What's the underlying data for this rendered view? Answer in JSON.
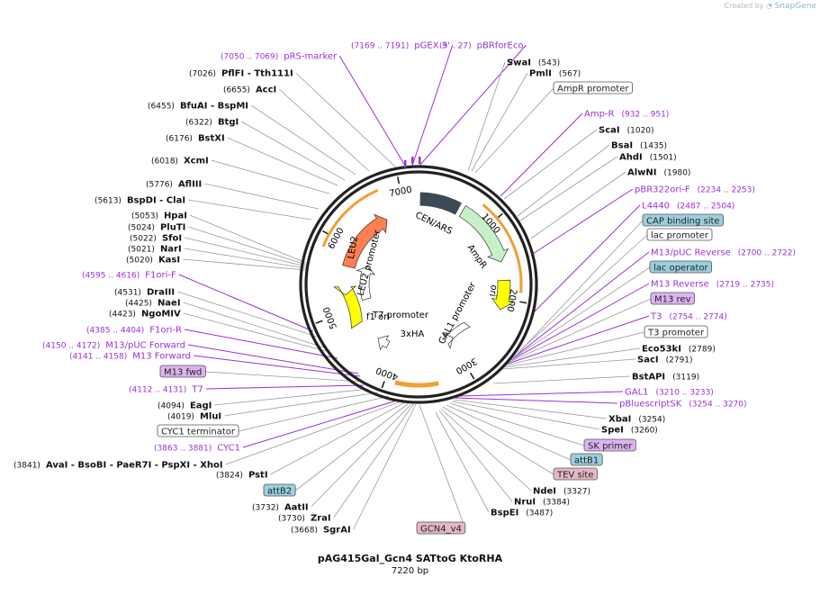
{
  "credit": {
    "prefix": "Created by",
    "brand": "SnapGene"
  },
  "title": "pAG415Gal_Gcn4 SATtoG KtoRHA",
  "length_label": "7220 bp",
  "total_bp": 7220,
  "ticks": [
    "1000",
    "2000",
    "3000",
    "4000",
    "5000",
    "6000",
    "7000"
  ],
  "tick_values": [
    1000,
    2000,
    3000,
    4000,
    5000,
    6000,
    7000
  ],
  "colors": {
    "enzyme": "#000000",
    "primer": "#9b30d9",
    "leader": "#9a9a9a",
    "amp": "#c8f0c8",
    "ori": "#ffff00",
    "leu2": "#ff7f50",
    "cen": "#3c4a55",
    "orange_arc": "#f0a030",
    "promoter": "#ffffff",
    "blue_box": "#9ccfdd",
    "pink_box": "#e3b8c7",
    "violet_box": "#dcb3f0"
  },
  "inner_features": [
    {
      "id": "cen",
      "label": "CEN/ARS",
      "icon": "cen-block"
    },
    {
      "id": "ampr",
      "label": "AmpR",
      "icon": "arrow"
    },
    {
      "id": "ori",
      "label": "ori",
      "icon": "arrow"
    },
    {
      "id": "gal1",
      "label": "GAL1 promoter",
      "icon": "arrow"
    },
    {
      "id": "gcn4",
      "label": "",
      "icon": "arrow"
    },
    {
      "id": "hax3",
      "label": "3xHA",
      "icon": "box"
    },
    {
      "id": "t7p",
      "label": "T7 promoter",
      "icon": "arrow"
    },
    {
      "id": "f1ori",
      "label": "f1 ori",
      "icon": "arrow"
    },
    {
      "id": "leu2p",
      "label": "LEU2 promoter",
      "icon": "arrow"
    },
    {
      "id": "leu2",
      "label": "LEU2",
      "icon": "arrow"
    }
  ],
  "labels": [
    {
      "id": "pgex3",
      "pos": "(7169 .. 7191)",
      "name": "pGEX 3'",
      "kind": "primer"
    },
    {
      "id": "pbrforeco",
      "pos": "(9 .. 27)",
      "name": "pBRforEco",
      "kind": "primer"
    },
    {
      "id": "prs-marker",
      "pos": "(7050 .. 7069)",
      "name": "pRS-marker",
      "kind": "primer"
    },
    {
      "id": "swai",
      "pos": "(543)",
      "name": "SwaI",
      "kind": "enzyme"
    },
    {
      "id": "pmli",
      "pos": "(567)",
      "name": "PmlI",
      "kind": "enzyme"
    },
    {
      "id": "pfifi",
      "pos": "(7026)",
      "name": "PflFI  - Tth111I",
      "kind": "enzyme"
    },
    {
      "id": "ampr-promoter",
      "pos": "",
      "name": "AmpR promoter",
      "kind": "box-white"
    },
    {
      "id": "acci",
      "pos": "(6655)",
      "name": "AccI",
      "kind": "enzyme"
    },
    {
      "id": "ampr-primer",
      "pos": "(932 .. 951)",
      "name": "Amp-R",
      "kind": "primer"
    },
    {
      "id": "bfuai",
      "pos": "(6455)",
      "name": "BfuAI  - BspMI",
      "kind": "enzyme"
    },
    {
      "id": "scai",
      "pos": "(1020)",
      "name": "ScaI",
      "kind": "enzyme"
    },
    {
      "id": "btgi",
      "pos": "(6322)",
      "name": "BtgI",
      "kind": "enzyme"
    },
    {
      "id": "bsai",
      "pos": "(1435)",
      "name": "BsaI",
      "kind": "enzyme"
    },
    {
      "id": "bstxi",
      "pos": "(6176)",
      "name": "BstXI",
      "kind": "enzyme"
    },
    {
      "id": "ahdi",
      "pos": "(1501)",
      "name": "AhdI",
      "kind": "enzyme"
    },
    {
      "id": "xcmi",
      "pos": "(6018)",
      "name": "XcmI",
      "kind": "enzyme"
    },
    {
      "id": "alwni",
      "pos": "(1980)",
      "name": "AlwNI",
      "kind": "enzyme"
    },
    {
      "id": "aflii",
      "pos": "(5776)",
      "name": "AflIII",
      "kind": "enzyme"
    },
    {
      "id": "pbr322ori",
      "pos": "(2234 .. 2253)",
      "name": "pBR322ori-F",
      "kind": "primer"
    },
    {
      "id": "bspdi",
      "pos": "(5613)",
      "name": "BspDI  - ClaI",
      "kind": "enzyme"
    },
    {
      "id": "l4440",
      "pos": "(2487 .. 2504)",
      "name": "L4440",
      "kind": "primer"
    },
    {
      "id": "hpai",
      "pos": "(5053)",
      "name": "HpaI",
      "kind": "enzyme"
    },
    {
      "id": "cap",
      "pos": "",
      "name": "CAP binding site",
      "kind": "box-blue"
    },
    {
      "id": "pluti",
      "pos": "(5024)",
      "name": "PluTI",
      "kind": "enzyme"
    },
    {
      "id": "lacp",
      "pos": "",
      "name": "lac promoter",
      "kind": "box-white"
    },
    {
      "id": "sfoi",
      "pos": "(5022)",
      "name": "SfoI",
      "kind": "enzyme"
    },
    {
      "id": "nari",
      "pos": "(5021)",
      "name": "NarI",
      "kind": "enzyme"
    },
    {
      "id": "m13puc-rev",
      "pos": "(2700 .. 2722)",
      "name": "M13/pUC Reverse",
      "kind": "primer"
    },
    {
      "id": "kasi",
      "pos": "(5020)",
      "name": "KasI",
      "kind": "enzyme"
    },
    {
      "id": "laco",
      "pos": "",
      "name": "lac operator",
      "kind": "box-blue"
    },
    {
      "id": "f1ori-f",
      "pos": "(4595 .. 4616)",
      "name": "F1ori-F",
      "kind": "primer"
    },
    {
      "id": "m13rev-p",
      "pos": "(2719 .. 2735)",
      "name": "M13 Reverse",
      "kind": "primer"
    },
    {
      "id": "draiii",
      "pos": "(4531)",
      "name": "DraIII",
      "kind": "enzyme"
    },
    {
      "id": "naei",
      "pos": "(4425)",
      "name": "NaeI",
      "kind": "enzyme"
    },
    {
      "id": "m13rev",
      "pos": "",
      "name": "M13 rev",
      "kind": "box-violet"
    },
    {
      "id": "ngomiv",
      "pos": "(4423)",
      "name": "NgoMIV",
      "kind": "enzyme"
    },
    {
      "id": "t3",
      "pos": "(2754 .. 2774)",
      "name": "T3",
      "kind": "primer"
    },
    {
      "id": "f1ori-r",
      "pos": "(4385 .. 4404)",
      "name": "F1ori-R",
      "kind": "primer"
    },
    {
      "id": "t3p",
      "pos": "",
      "name": "T3 promoter",
      "kind": "box-white"
    },
    {
      "id": "m13puc-fwd",
      "pos": "(4150 .. 4172)",
      "name": "M13/pUC Forward",
      "kind": "primer"
    },
    {
      "id": "eco53ki",
      "pos": "(2789)",
      "name": "Eco53kI",
      "kind": "enzyme"
    },
    {
      "id": "m13fwd-p",
      "pos": "(4141 .. 4158)",
      "name": "M13 Forward",
      "kind": "primer"
    },
    {
      "id": "saci",
      "pos": "(2791)",
      "name": "SacI",
      "kind": "enzyme"
    },
    {
      "id": "m13fwd",
      "pos": "",
      "name": "M13 fwd",
      "kind": "box-violet"
    },
    {
      "id": "bstapi",
      "pos": "(3119)",
      "name": "BstAPI",
      "kind": "enzyme"
    },
    {
      "id": "t7",
      "pos": "(4112 .. 4131)",
      "name": "T7",
      "kind": "primer"
    },
    {
      "id": "gal1-p",
      "pos": "(3210 .. 3233)",
      "name": "GAL1",
      "kind": "primer"
    },
    {
      "id": "pbluescript",
      "pos": "(3254 .. 3270)",
      "name": "pBluescriptSK",
      "kind": "primer"
    },
    {
      "id": "eagi",
      "pos": "(4094)",
      "name": "EagI",
      "kind": "enzyme"
    },
    {
      "id": "mlui",
      "pos": "(4019)",
      "name": "MluI",
      "kind": "enzyme"
    },
    {
      "id": "xbai",
      "pos": "(3254)",
      "name": "XbaI",
      "kind": "enzyme"
    },
    {
      "id": "cyc1t",
      "pos": "",
      "name": "CYC1 terminator",
      "kind": "box-white"
    },
    {
      "id": "spei",
      "pos": "(3260)",
      "name": "SpeI",
      "kind": "enzyme"
    },
    {
      "id": "cyc1",
      "pos": "(3863 .. 3881)",
      "name": "CYC1",
      "kind": "primer"
    },
    {
      "id": "skprimer",
      "pos": "",
      "name": "SK primer",
      "kind": "box-violet"
    },
    {
      "id": "avai",
      "pos": "(3841)",
      "name": "AvaI  - BsoBI  - PaeR7I  - PspXI  - XhoI",
      "kind": "enzyme"
    },
    {
      "id": "attb1",
      "pos": "",
      "name": "attB1",
      "kind": "box-blue"
    },
    {
      "id": "psti",
      "pos": "(3824)",
      "name": "PstI",
      "kind": "enzyme"
    },
    {
      "id": "tev",
      "pos": "",
      "name": "TEV site",
      "kind": "box-pink"
    },
    {
      "id": "attb2",
      "pos": "",
      "name": "attB2",
      "kind": "box-blue"
    },
    {
      "id": "ndei",
      "pos": "(3327)",
      "name": "NdeI",
      "kind": "enzyme"
    },
    {
      "id": "nrui",
      "pos": "(3384)",
      "name": "NruI",
      "kind": "enzyme"
    },
    {
      "id": "aatii",
      "pos": "(3732)",
      "name": "AatII",
      "kind": "enzyme"
    },
    {
      "id": "bspei",
      "pos": "(3487)",
      "name": "BspEI",
      "kind": "enzyme"
    },
    {
      "id": "zrai",
      "pos": "(3730)",
      "name": "ZraI",
      "kind": "enzyme"
    },
    {
      "id": "sgrai",
      "pos": "(3668)",
      "name": "SgrAI",
      "kind": "enzyme"
    },
    {
      "id": "gcn4v4",
      "pos": "",
      "name": "GCN4_v4",
      "kind": "box-pink"
    }
  ]
}
